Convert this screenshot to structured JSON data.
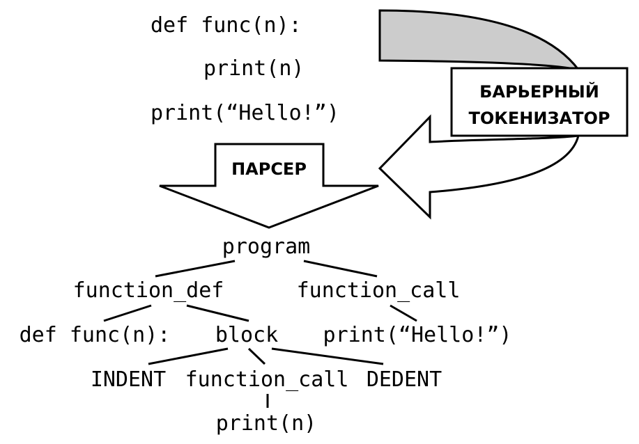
{
  "source_code": {
    "line1": "def func(n):",
    "line2": "print(n)",
    "line3": "print(“Hello!”)"
  },
  "parser_label": "ПАРСЕР",
  "tokenizer_label": {
    "line1": "БАРЬЕРНЫЙ",
    "line2": "ТОКЕНИЗАТОР"
  },
  "tree": {
    "program": "program",
    "function_def": "function_def",
    "function_call_top": "function_call",
    "def_func": "def func(n):",
    "block": "block",
    "print_hello": "print(“Hello!”)",
    "indent": "INDENT",
    "function_call_inner": "function_call",
    "dedent": "DEDENT",
    "print_n": "print(n)"
  },
  "colors": {
    "flow_fill": "#cccccc",
    "stroke": "#000000",
    "background": "#ffffff"
  }
}
